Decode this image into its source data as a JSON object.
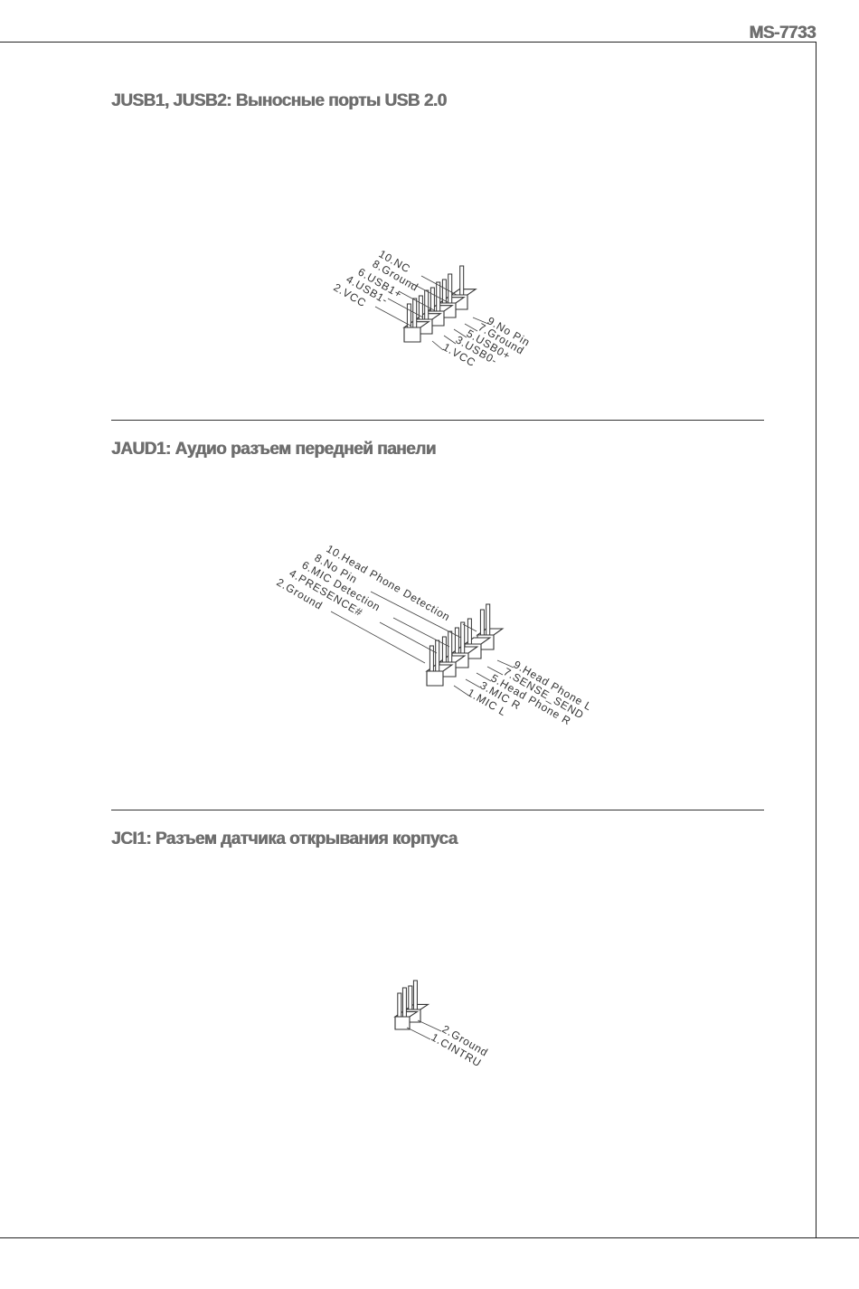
{
  "header": {
    "model": "MS-7733"
  },
  "sections": [
    {
      "title": "JUSB1, JUSB2: Выносные порты USB 2.0",
      "even_pins": [
        "10.NC",
        "8.Ground",
        "6.USB1+",
        "4.USB1-",
        "2.VCC"
      ],
      "odd_pins": [
        "9.No Pin",
        "7.Ground",
        "5.USB0+",
        "3.USB0-",
        "1.VCC"
      ]
    },
    {
      "title": "JAUD1: Аудио разъем передней панели",
      "even_pins": [
        "10.Head Phone Detection",
        "8.No Pin",
        "6.MIC Detection",
        "4.PRESENCE#",
        "2.Ground"
      ],
      "odd_pins": [
        "9.Head Phone L",
        "7.SENSE_SEND",
        "5.Head Phone R",
        "3.MIC R",
        "1.MIC L"
      ]
    },
    {
      "title": "JCI1: Разъем датчика открывания корпуса",
      "pins": [
        "2.Ground",
        "1.CINTRU"
      ]
    }
  ]
}
